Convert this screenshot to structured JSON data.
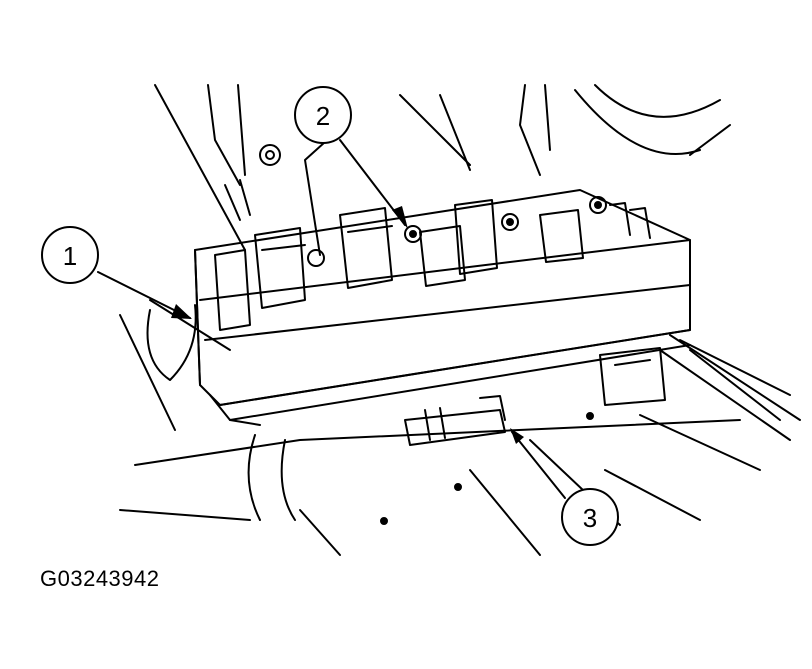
{
  "figure_id": "G03243942",
  "callouts": [
    {
      "label": "1"
    },
    {
      "label": "2"
    },
    {
      "label": "3"
    }
  ],
  "colors": {
    "line": "#000000",
    "background": "#ffffff"
  }
}
